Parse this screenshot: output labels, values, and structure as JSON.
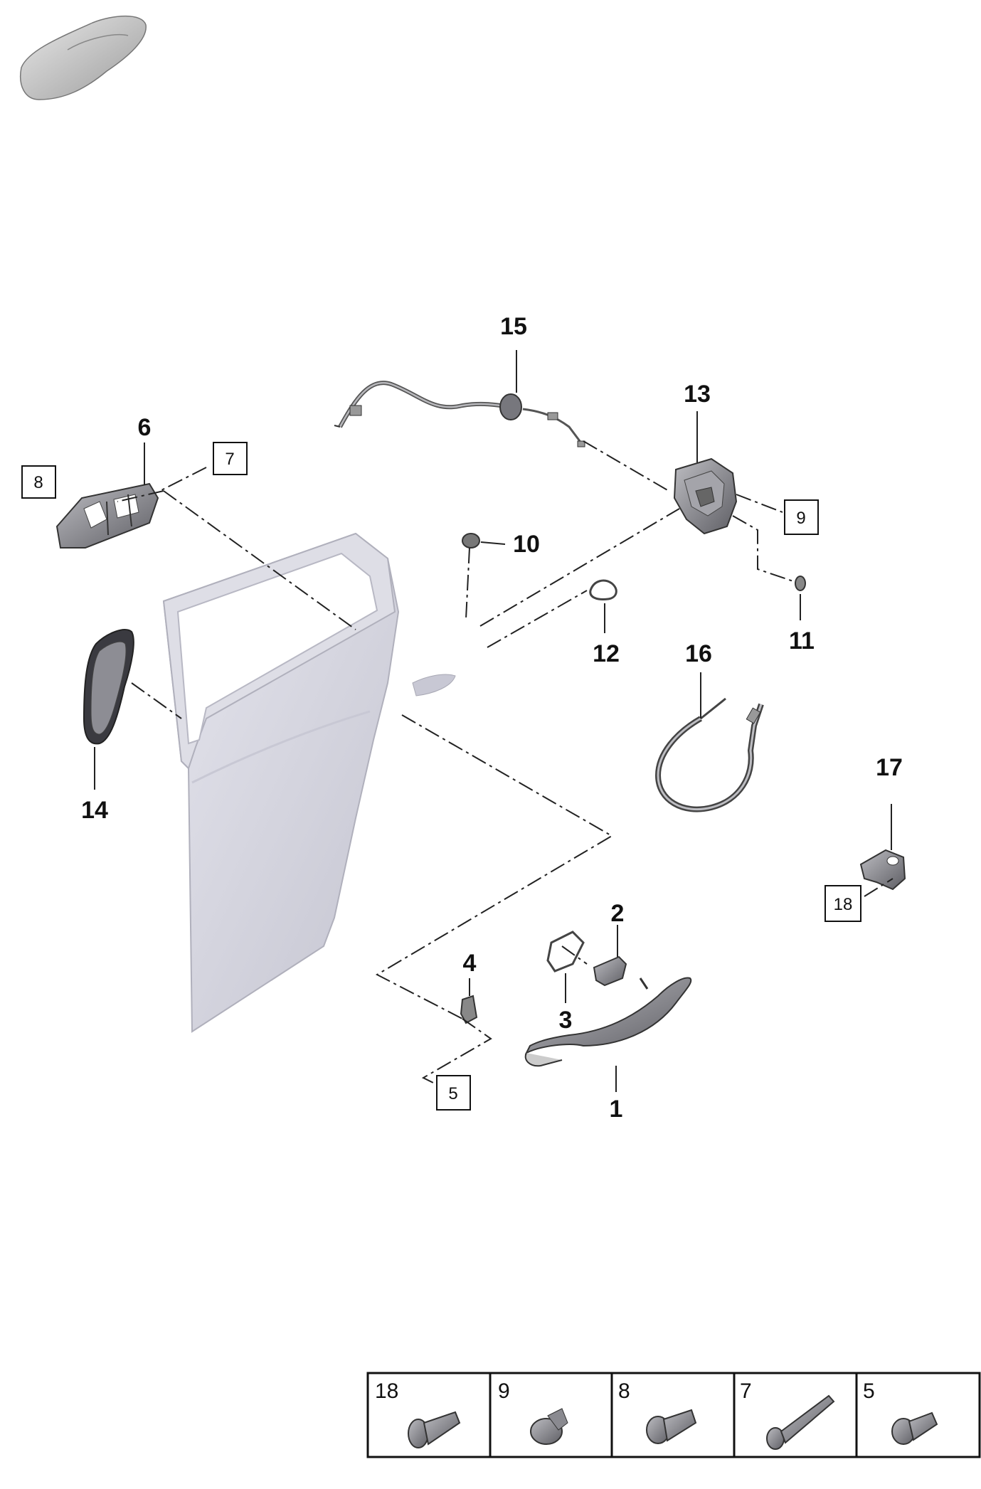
{
  "callouts": [
    {
      "id": "c1",
      "text": "1"
    },
    {
      "id": "c2",
      "text": "2"
    },
    {
      "id": "c3",
      "text": "3"
    },
    {
      "id": "c4",
      "text": "4"
    },
    {
      "id": "c6",
      "text": "6"
    },
    {
      "id": "c10",
      "text": "10"
    },
    {
      "id": "c11",
      "text": "11"
    },
    {
      "id": "c12",
      "text": "12"
    },
    {
      "id": "c13",
      "text": "13"
    },
    {
      "id": "c14",
      "text": "14"
    },
    {
      "id": "c15",
      "text": "15"
    },
    {
      "id": "c16",
      "text": "16"
    },
    {
      "id": "c17",
      "text": "17"
    }
  ],
  "boxed_refs": [
    {
      "id": "b5",
      "text": "5"
    },
    {
      "id": "b7",
      "text": "7"
    },
    {
      "id": "b8",
      "text": "8"
    },
    {
      "id": "b9",
      "text": "9"
    },
    {
      "id": "b18",
      "text": "18"
    }
  ],
  "fastener_table": [
    {
      "label": "18",
      "icon": "flat-head-screw-icon"
    },
    {
      "label": "9",
      "icon": "flange-screw-icon"
    },
    {
      "label": "8",
      "icon": "torx-bolt-icon"
    },
    {
      "label": "7",
      "icon": "long-bolt-icon"
    },
    {
      "label": "5",
      "icon": "short-torx-bolt-icon"
    }
  ],
  "colors": {
    "door_panel": "#d9d9e2",
    "door_shade": "#c6c6d2",
    "part_dark": "#6a6a70",
    "part_mid": "#9a9aa0",
    "line": "#222222"
  }
}
